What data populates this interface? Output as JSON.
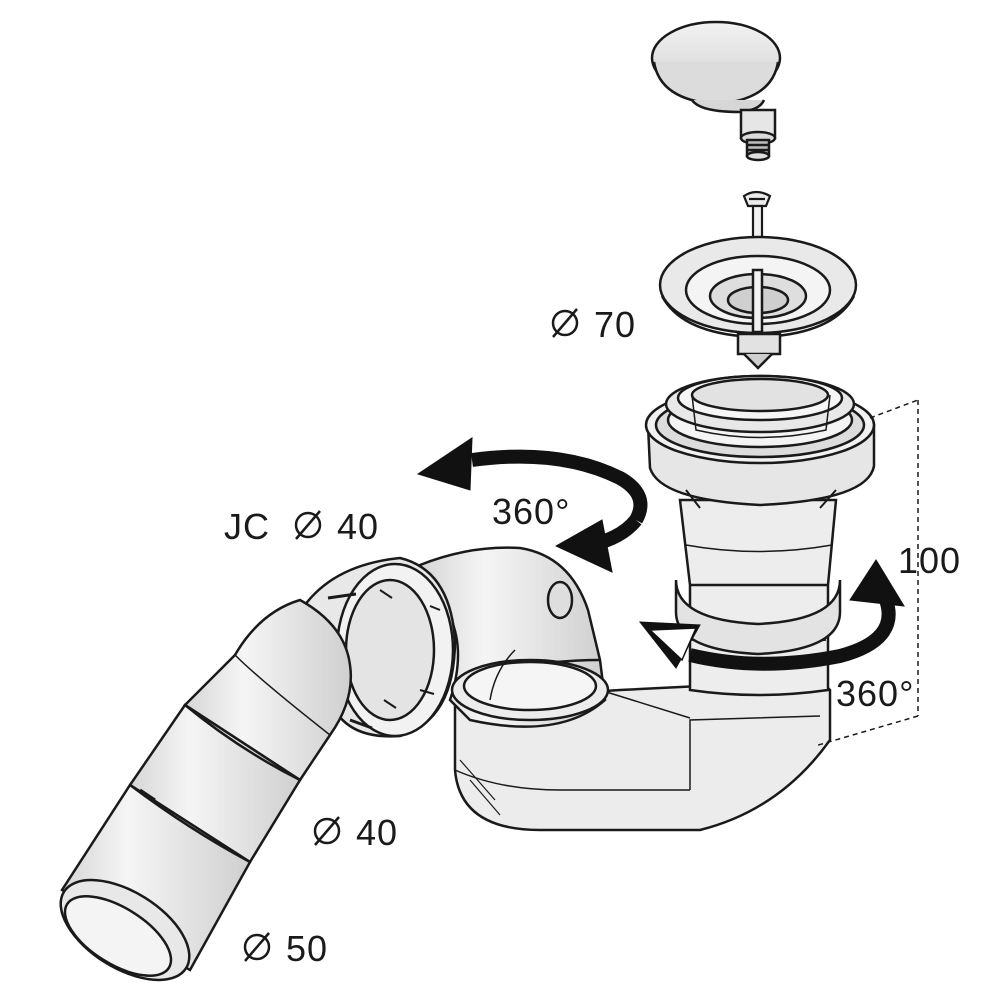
{
  "labels": {
    "stopper_diameter": "70",
    "jc_prefix": "JC",
    "jc_diameter": "40",
    "outlet_diameter_small": "40",
    "outlet_diameter_large": "50",
    "rotation_top": "360°",
    "rotation_right": "360°",
    "height": "100"
  },
  "colors": {
    "line": "#1a1a1a",
    "part_fill": "#ececec",
    "part_light": "#f7f7f7",
    "part_dark": "#c8c8c8",
    "arrow": "#111111"
  },
  "icons": {
    "diameter": "diameter-symbol-icon"
  }
}
